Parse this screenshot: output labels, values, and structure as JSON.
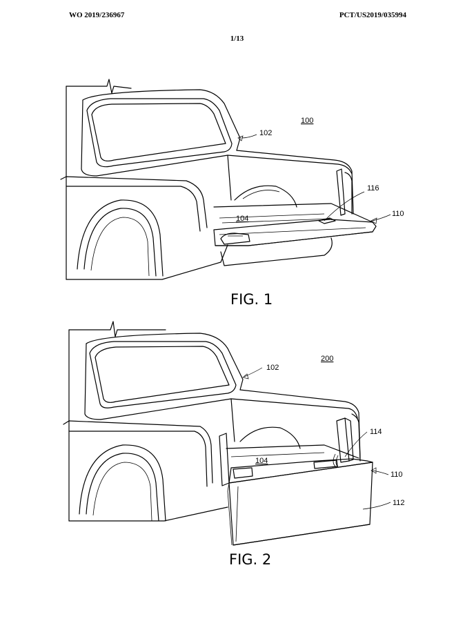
{
  "header": {
    "publication_number": "WO 2019/236967",
    "application_number": "PCT/US2019/035994",
    "sheet": "1/13"
  },
  "figures": [
    {
      "caption": "FIG. 1",
      "refs": {
        "assembly": "100",
        "body": "102",
        "bed": "104",
        "part_116": "116",
        "tailgate": "110"
      }
    },
    {
      "caption": "FIG. 2",
      "refs": {
        "assembly": "200",
        "body": "102",
        "bed": "104",
        "part_114": "114",
        "tailgate": "110",
        "panel": "112"
      }
    }
  ]
}
